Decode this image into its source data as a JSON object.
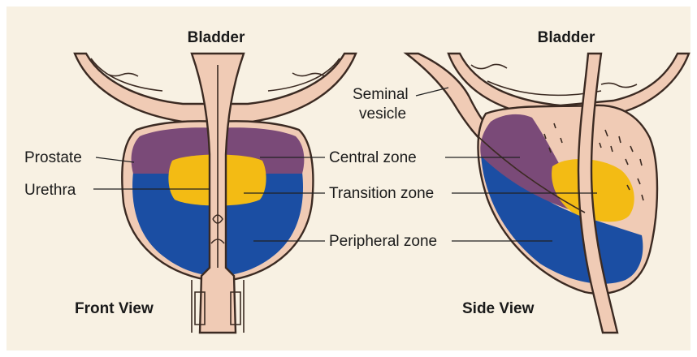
{
  "colors": {
    "background": "#f8f1e3",
    "tissue": "#f0cbb5",
    "outline": "#3b2a22",
    "central_zone": "#7a4a78",
    "transition_zone": "#f3bb14",
    "peripheral_zone": "#1b4ea3"
  },
  "front_view": {
    "title": "Front View",
    "bladder": "Bladder",
    "prostate": "Prostate",
    "urethra": "Urethra"
  },
  "side_view": {
    "title": "Side View",
    "bladder": "Bladder",
    "seminal_vesicle_line1": "Seminal",
    "seminal_vesicle_line2": "vesicle"
  },
  "zones": {
    "central": "Central zone",
    "transition": "Transition zone",
    "peripheral": "Peripheral zone"
  }
}
